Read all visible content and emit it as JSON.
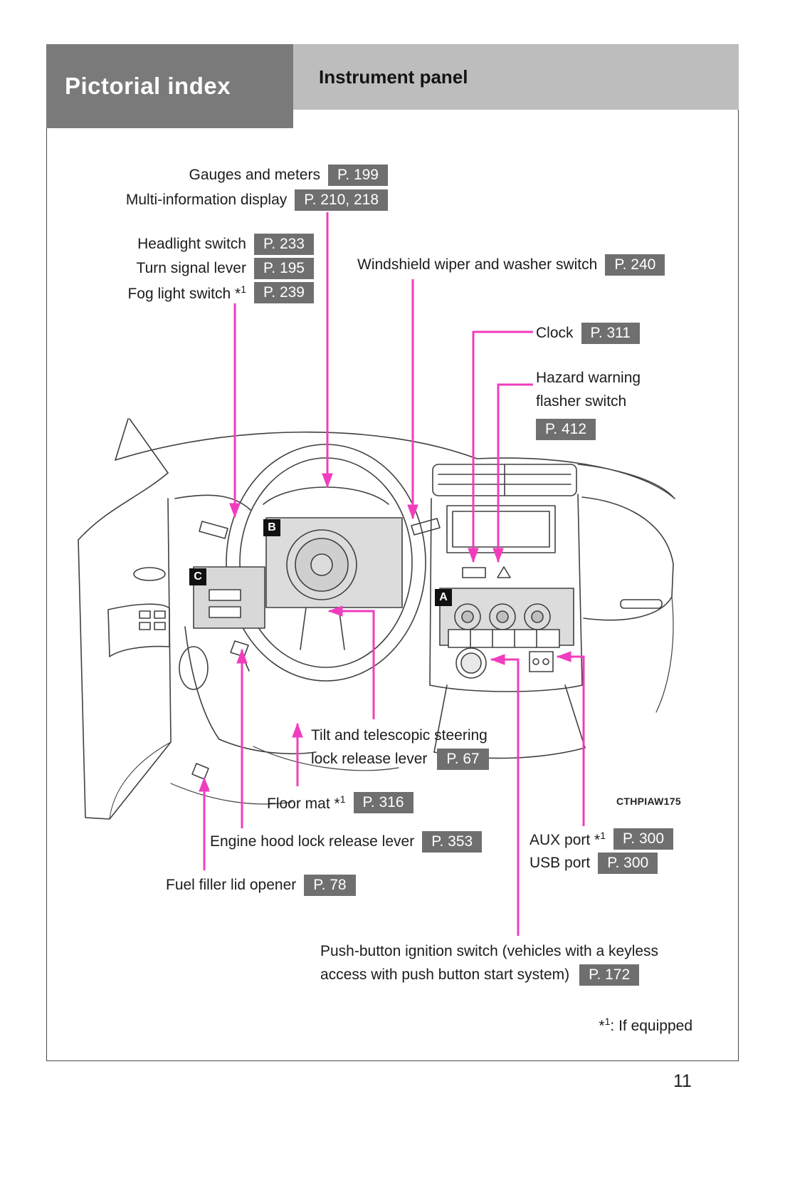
{
  "header": {
    "section": "Pictorial index",
    "title": "Instrument panel"
  },
  "labels": {
    "gauges": {
      "text": "Gauges and meters",
      "badge": "P. 199"
    },
    "multi_info": {
      "text": "Multi-information display",
      "badge": "P. 210, 218"
    },
    "headlight": {
      "text": "Headlight switch",
      "badge": "P. 233"
    },
    "turn_signal": {
      "text": "Turn signal lever",
      "badge": "P. 195"
    },
    "fog_light": {
      "text": "Fog light switch *",
      "sup": "1",
      "badge": "P. 239"
    },
    "wiper": {
      "text": "Windshield wiper and washer switch",
      "badge": "P. 240"
    },
    "clock": {
      "text": "Clock",
      "badge": "P. 311"
    },
    "hazard": {
      "line1": "Hazard warning",
      "line2": "flasher switch",
      "badge": "P. 412"
    },
    "tilt": {
      "line1": "Tilt and telescopic steering",
      "line2": "lock release lever",
      "badge": "P. 67"
    },
    "floor_mat": {
      "text": "Floor mat *",
      "sup": "1",
      "badge": "P. 316"
    },
    "hood": {
      "text": "Engine hood lock release lever",
      "badge": "P. 353"
    },
    "fuel": {
      "text": "Fuel filler lid opener",
      "badge": "P. 78"
    },
    "aux": {
      "text": "AUX port *",
      "sup": "1",
      "badge": "P. 300"
    },
    "usb": {
      "text": "USB port",
      "badge": "P. 300"
    },
    "ignition": {
      "line1": "Push-button ignition switch (vehicles with a keyless",
      "line2": "access with push button start system)",
      "badge": "P. 172"
    }
  },
  "markers": {
    "a": "A",
    "b": "B",
    "c": "C"
  },
  "footnote": {
    "star": "*",
    "sup": "1",
    "text": ": If equipped"
  },
  "figure_code": "CTHPIAW175",
  "page_number": "11",
  "colors": {
    "header_left_bg": "#7a7a7a",
    "header_right_bg": "#bdbdbd",
    "badge_bg": "#6f6f6f",
    "arrow": "#f13dbd",
    "marker_bg": "#111111"
  }
}
